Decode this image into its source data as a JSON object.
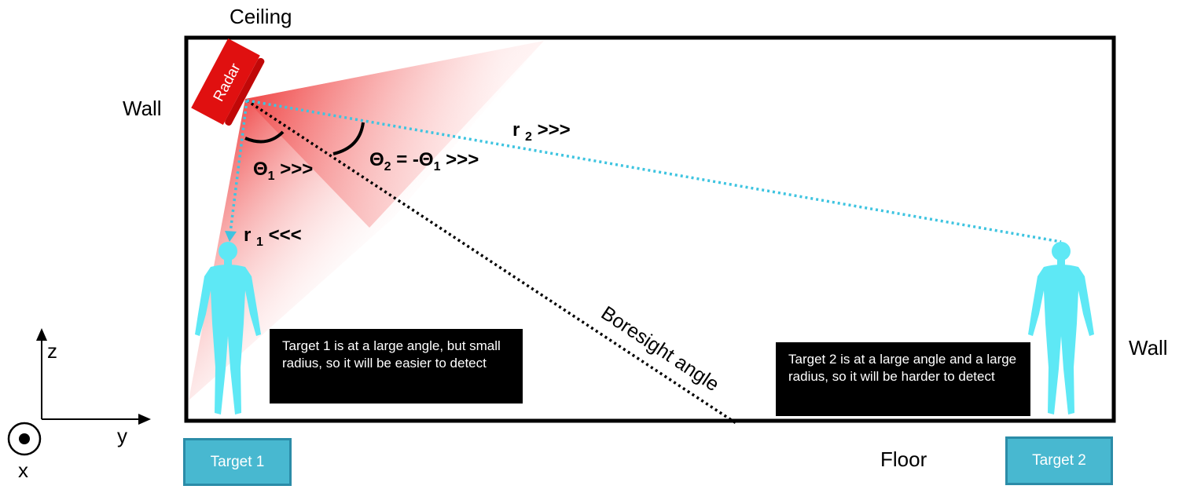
{
  "labels": {
    "ceiling": "Ceiling",
    "wall_left": "Wall",
    "wall_right": "Wall",
    "floor": "Floor",
    "radar": "Radar",
    "boresight": "Boresight angle"
  },
  "axes": {
    "z": "z",
    "y": "y",
    "x": "x"
  },
  "math": {
    "theta1": {
      "sym": "Θ",
      "sub": "1",
      "suffix": " >>>"
    },
    "theta2": {
      "sym": "Θ",
      "sub": "2",
      "mid": " = -Θ",
      "sub2": "1",
      "suffix": " >>>"
    },
    "r1": {
      "sym": "r",
      "sub": "1",
      "suffix": " <<<"
    },
    "r2": {
      "sym": "r",
      "sub": "2",
      "suffix": " >>>"
    }
  },
  "callouts": {
    "target1": "Target 1 is at a large angle, but small radius, so it will be easier to detect",
    "target2": "Target 2 is at a large angle and a large radius, so it will be harder to detect"
  },
  "buttons": {
    "target1": "Target 1",
    "target2": "Target 2"
  },
  "colors": {
    "radar": "#e01010",
    "beam": "#f05050",
    "human": "#5ee8f5",
    "dotted_range": "#3ec4e0",
    "button": "#48b8d0"
  },
  "icons": {
    "person": "person-icon",
    "radar": "radar-device-icon",
    "x_axis": "out-of-page-dot-icon"
  }
}
